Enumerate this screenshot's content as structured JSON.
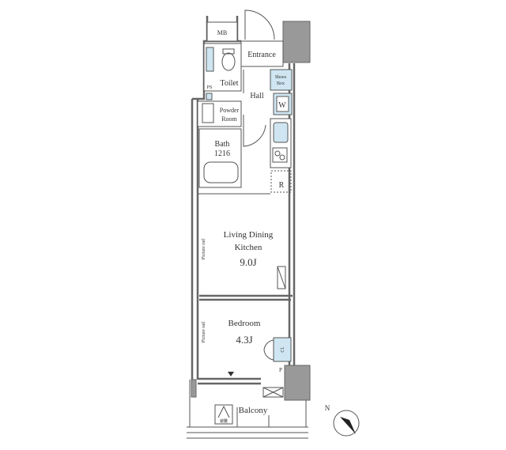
{
  "rooms": {
    "mb": "MB",
    "entrance": "Entrance",
    "toilet": "Toilet",
    "shoes_box": [
      "Shoes",
      "Box"
    ],
    "ps": "PS",
    "hall": "Hall",
    "w": "W",
    "powder_room": [
      "Powder",
      "Room"
    ],
    "bath": [
      "Bath",
      "1216"
    ],
    "refrigerator": "R",
    "ldk": [
      "Living Dining",
      "Kitchen",
      "9.0J"
    ],
    "picture_rail": "Picture rail",
    "bedroom": [
      "Bedroom",
      "4.3J"
    ],
    "closet": "Cl.",
    "pipe": "P",
    "balcony": "Balcony",
    "evac_hatch": "避難"
  },
  "compass": {
    "label": "N"
  },
  "colors": {
    "wall": "#555555",
    "fixture_blue": "#cfe6f2",
    "column": "#999999"
  }
}
